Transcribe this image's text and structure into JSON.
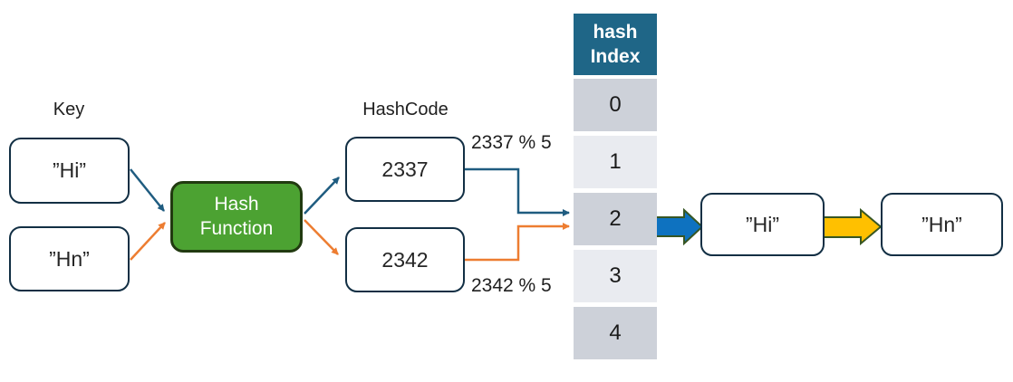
{
  "colors": {
    "box_border": "#122f44",
    "green_fill": "#4CA232",
    "green_border": "#213a10",
    "header_fill": "#1F6687",
    "arrow_blue": "#1F5C80",
    "arrow_orange": "#ED7D31",
    "block_blue": "#0E72C0",
    "block_yellow": "#FFC000",
    "block_border": "#375623",
    "row_dark": "#CDD1D9",
    "row_light": "#E9EBF0"
  },
  "key_section": {
    "label": "Key",
    "boxes": [
      {
        "label": "”Hi”"
      },
      {
        "label": "”Hn”"
      }
    ]
  },
  "hash_function": {
    "line1": "Hash",
    "line2": "Function"
  },
  "hashcode_section": {
    "label": "HashCode",
    "boxes": [
      {
        "label": "2337"
      },
      {
        "label": "2342"
      }
    ],
    "mod_labels": [
      "2337 % 5",
      "2342 % 5"
    ]
  },
  "hash_table": {
    "header_line1": "hash",
    "header_line2": "Index",
    "rows": [
      "0",
      "1",
      "2",
      "3",
      "4"
    ]
  },
  "chain": {
    "boxes": [
      {
        "label": "”Hi”"
      },
      {
        "label": "”Hn”"
      }
    ]
  }
}
